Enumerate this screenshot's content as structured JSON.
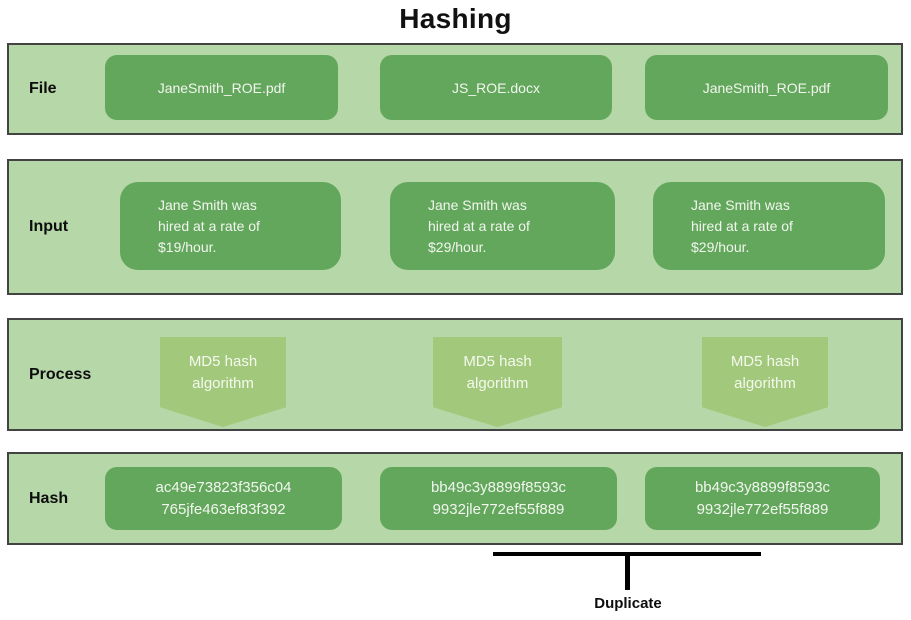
{
  "page": {
    "title": "Hashing"
  },
  "colors": {
    "row_background": "#b6d7a8",
    "row_border": "#434343",
    "box_fill": "#63a75c",
    "process_fill": "#a2c97b",
    "box_text": "#f1f6ee",
    "label_text": "#0d0d0d",
    "connector": "#000000"
  },
  "file_row": {
    "label": "File",
    "items": [
      {
        "text": "JaneSmith_ROE.pdf"
      },
      {
        "text": "JS_ROE.docx"
      },
      {
        "text": "JaneSmith_ROE.pdf"
      }
    ]
  },
  "input_row": {
    "label": "Input",
    "items": [
      {
        "line1": "Jane Smith was",
        "line2": "hired at a rate of",
        "line3": "$19/hour."
      },
      {
        "line1": "Jane Smith was",
        "line2": "hired at a rate of",
        "line3": "$29/hour."
      },
      {
        "line1": "Jane Smith was",
        "line2": "hired at a rate of",
        "line3": "$29/hour."
      }
    ]
  },
  "process_row": {
    "label": "Process",
    "items": [
      {
        "line1": "MD5 hash",
        "line2": "algorithm"
      },
      {
        "line1": "MD5 hash",
        "line2": "algorithm"
      },
      {
        "line1": "MD5 hash",
        "line2": "algorithm"
      }
    ]
  },
  "hash_row": {
    "label": "Hash",
    "items": [
      {
        "line1": "ac49e73823f356c04",
        "line2": "765jfe463ef83f392"
      },
      {
        "line1": "bb49c3y8899f8593c",
        "line2": "9932jle772ef55f889"
      },
      {
        "line1": "bb49c3y8899f8593c",
        "line2": "9932jle772ef55f889"
      }
    ]
  },
  "annotation": {
    "duplicate_label": "Duplicate"
  }
}
